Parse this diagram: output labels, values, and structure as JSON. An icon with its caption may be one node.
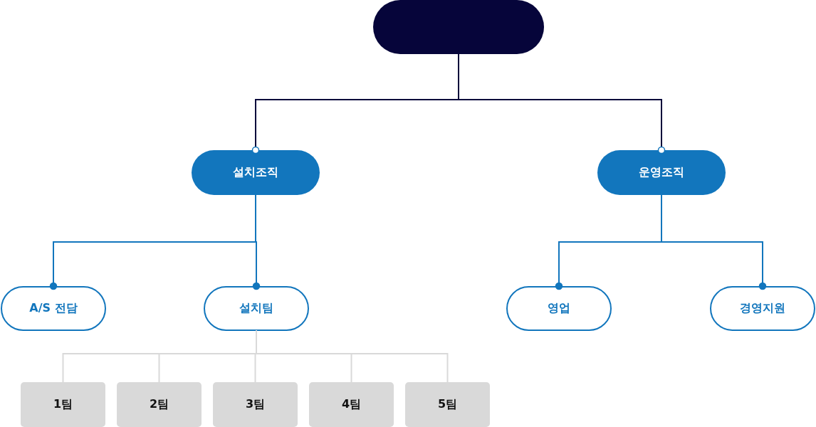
{
  "diagram": {
    "nodes": [
      {
        "text": [],
        "shape": "box"
      },
      {
        "text": [
          "설치조직"
        ]
      },
      {
        "text": [
          "운영조직"
        ]
      },
      {
        "text": [
          "A/S 전담"
        ]
      },
      {
        "text": [
          "설치팀"
        ]
      },
      {
        "text": [
          "영업"
        ]
      },
      {
        "text": [
          "경영지원"
        ]
      },
      {
        "text": [
          "1팀"
        ]
      },
      {
        "text": [
          "2팀"
        ]
      },
      {
        "text": [
          "3팀"
        ]
      },
      {
        "text": [
          "4팀"
        ]
      },
      {
        "text": [
          "5팀"
        ]
      }
    ],
    "edges": [
      {
        "from": 0,
        "to": 1,
        "arrow": "other",
        "color": "#06053a"
      },
      {
        "from": 0,
        "to": 2,
        "arrow": "other",
        "color": "#06053a"
      },
      {
        "from": 1,
        "to": 3,
        "arrow": "other",
        "color": "#1276bd"
      },
      {
        "from": 1,
        "to": 4,
        "arrow": "other",
        "color": "#1276bd"
      },
      {
        "from": 2,
        "to": 5,
        "arrow": "other",
        "color": "#1276bd"
      },
      {
        "from": 2,
        "to": 6,
        "arrow": "other",
        "color": "#1276bd"
      },
      {
        "from": 4,
        "to": 7,
        "arrow": "none"
      },
      {
        "from": 4,
        "to": 8,
        "arrow": "none"
      },
      {
        "from": 4,
        "to": 9,
        "arrow": "none"
      },
      {
        "from": 4,
        "to": 10,
        "arrow": "none"
      },
      {
        "from": 4,
        "to": 11,
        "arrow": "none"
      }
    ]
  }
}
